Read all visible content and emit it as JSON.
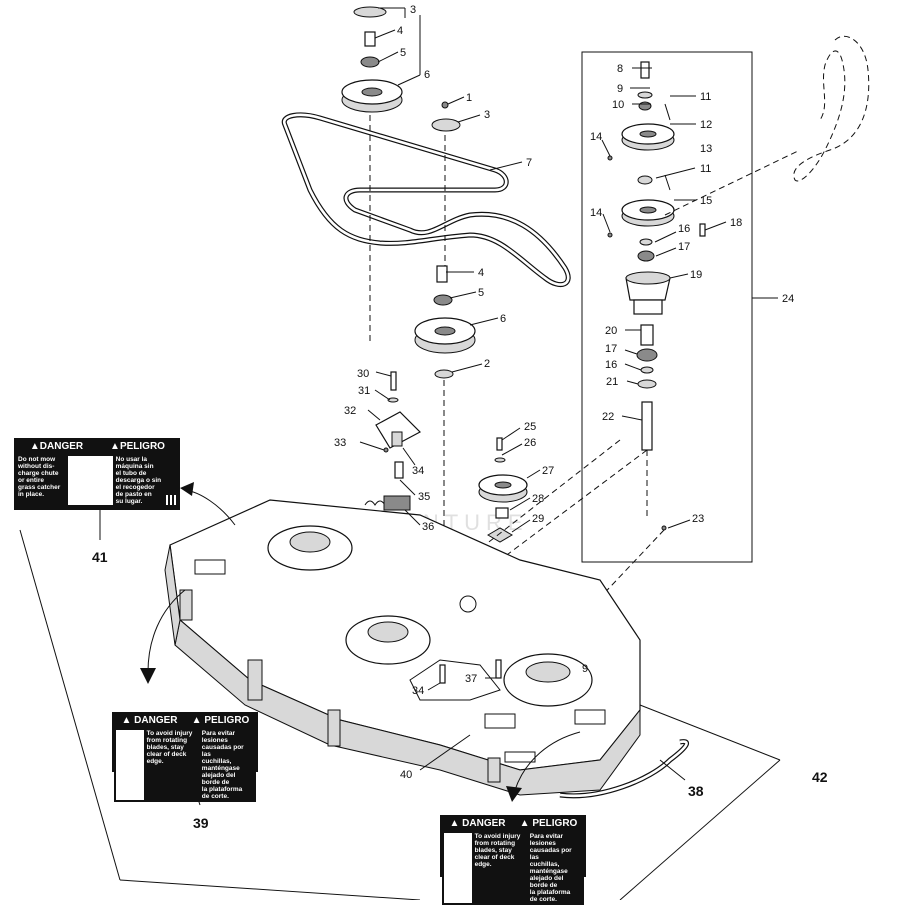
{
  "watermark": "LEADVENTURE",
  "callouts": {
    "c1": "1",
    "c2": "2",
    "c3a": "3",
    "c3b": "3",
    "c4a": "4",
    "c4b": "4",
    "c5a": "5",
    "c5b": "5",
    "c6a": "6",
    "c6b": "6",
    "c7": "7",
    "c8": "8",
    "c9": "9",
    "c10": "10",
    "c11a": "11",
    "c11b": "11",
    "c12": "12",
    "c13": "13",
    "c14a": "14",
    "c14b": "14",
    "c15": "15",
    "c16a": "16",
    "c16b": "16",
    "c17a": "17",
    "c17b": "17",
    "c18": "18",
    "c19": "19",
    "c20": "20",
    "c21": "21",
    "c22": "22",
    "c23": "23",
    "c24": "24",
    "c25": "25",
    "c26": "26",
    "c27": "27",
    "c28": "28",
    "c29": "29",
    "c30": "30",
    "c31": "31",
    "c32": "32",
    "c33": "33",
    "c34a": "34",
    "c34b": "34",
    "c35": "35",
    "c36": "36",
    "c37": "37",
    "c38": "38",
    "c39": "39",
    "c40": "40",
    "c41": "41",
    "c42": "42"
  },
  "decals": {
    "d41": {
      "danger": "▲DANGER",
      "peligro": "▲PELIGRO",
      "english": "Do not mow\nwithout dis-\ncharge chute\nor entire\ngrass catcher\nin place.",
      "spanish": "No usar la\nmáquina sin\nel tubo de\ndescarga o sin\nel recogedor\nde pasto en\nsu lugar."
    },
    "d39": {
      "danger": "▲ DANGER",
      "peligro": "▲ PELIGRO",
      "english": "To avoid injury\nfrom rotating\nblades, stay\nclear of deck\nedge.",
      "spanish": "Para evitar lesiones\ncausadas por las\ncuchillas, manténgase\nalejado del borde de\nla plataforma\nde corte."
    },
    "d42": {
      "danger": "▲ DANGER",
      "peligro": "▲ PELIGRO",
      "english": "To avoid injury\nfrom rotating\nblades, stay\nclear of deck\nedge.",
      "spanish": "Para evitar lesiones\ncausadas por las\ncuchillas, manténgase\nalejado del borde de\nla plataforma\nde corte."
    }
  }
}
